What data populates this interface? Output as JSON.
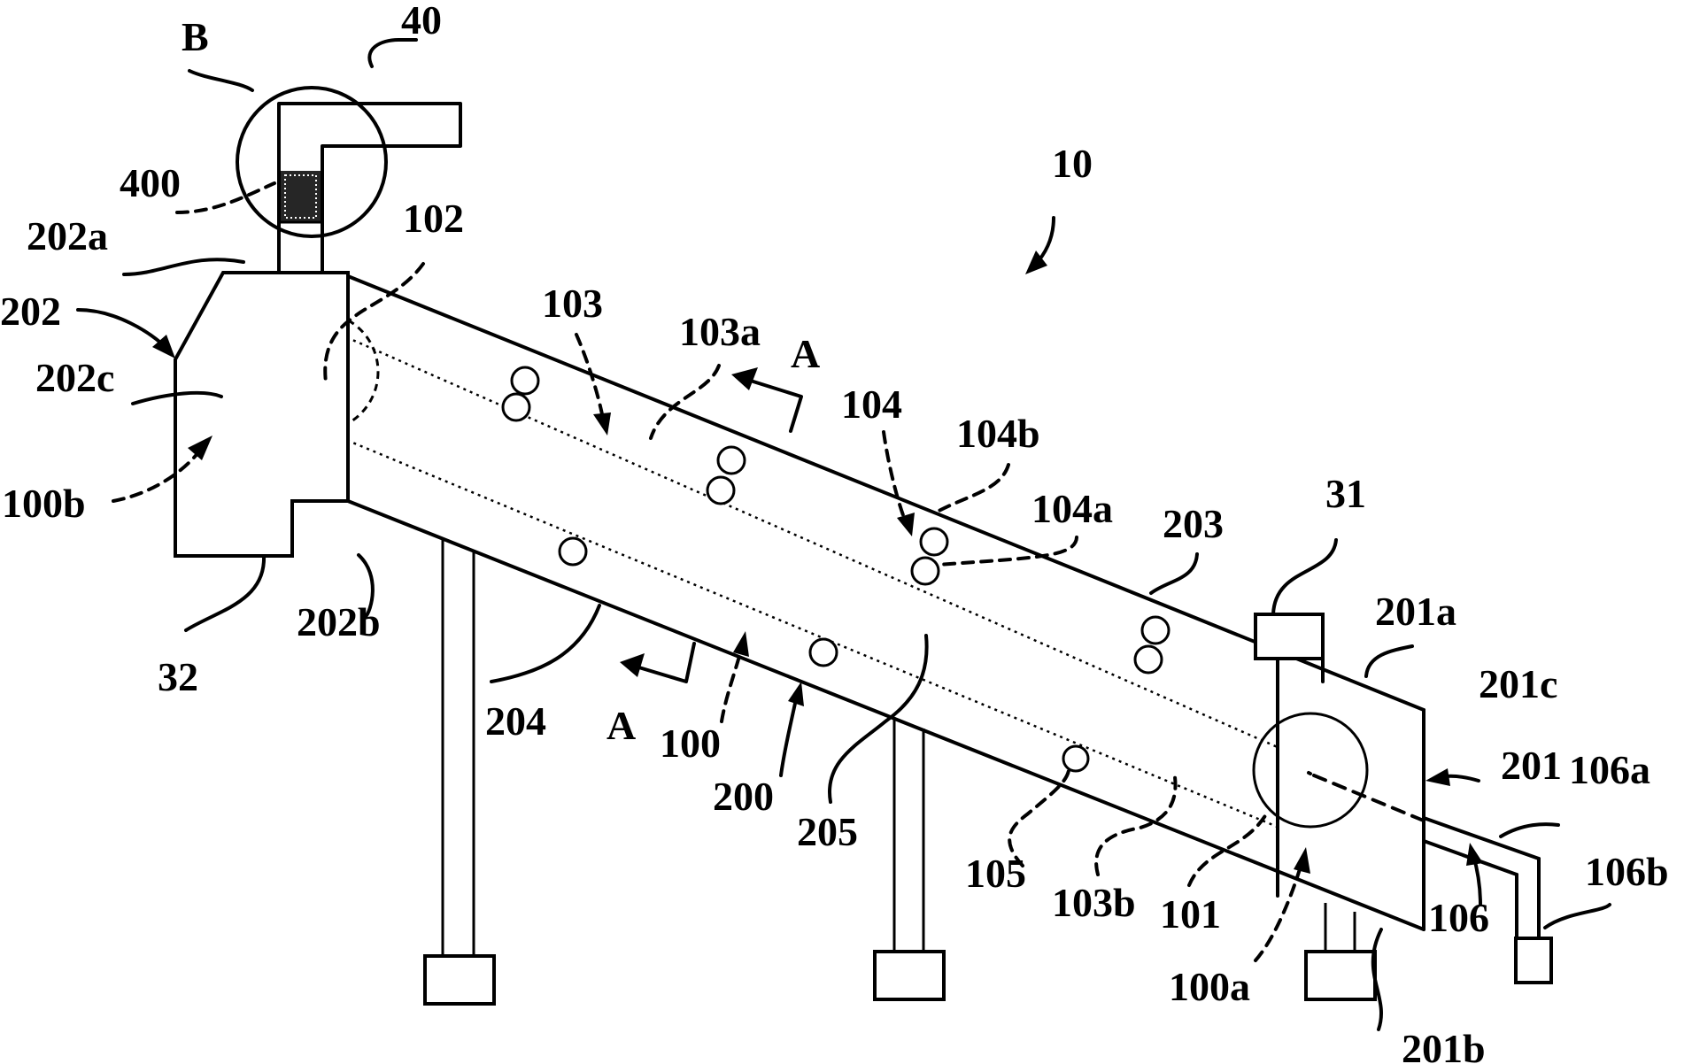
{
  "figure": {
    "labels": {
      "device": "10",
      "conveyor_tube": "100",
      "end_100a": "100a",
      "end_100b": "100b",
      "shaft_101": "101",
      "shaft_102": "102",
      "screw_103": "103",
      "screw_103a": "103a",
      "screw_103b": "103b",
      "segment_104": "104",
      "segment_104a": "104a",
      "segment_104b": "104b",
      "hole_105": "105",
      "pipe_106": "106",
      "pipe_106a": "106a",
      "pipe_106b": "106b",
      "housing_200": "200",
      "box_201": "201",
      "box_201a": "201a",
      "box_201b": "201b",
      "box_201c": "201c",
      "box_202": "202",
      "box_202a": "202a",
      "box_202b": "202b",
      "box_202c": "202c",
      "wall_203": "203",
      "wall_204": "204",
      "space_205": "205",
      "motor_31": "31",
      "outlet_32": "32",
      "chimney_40": "40",
      "filter_400": "400",
      "detail_B": "B",
      "section_A_top": "A",
      "section_A_bottom": "A"
    }
  }
}
